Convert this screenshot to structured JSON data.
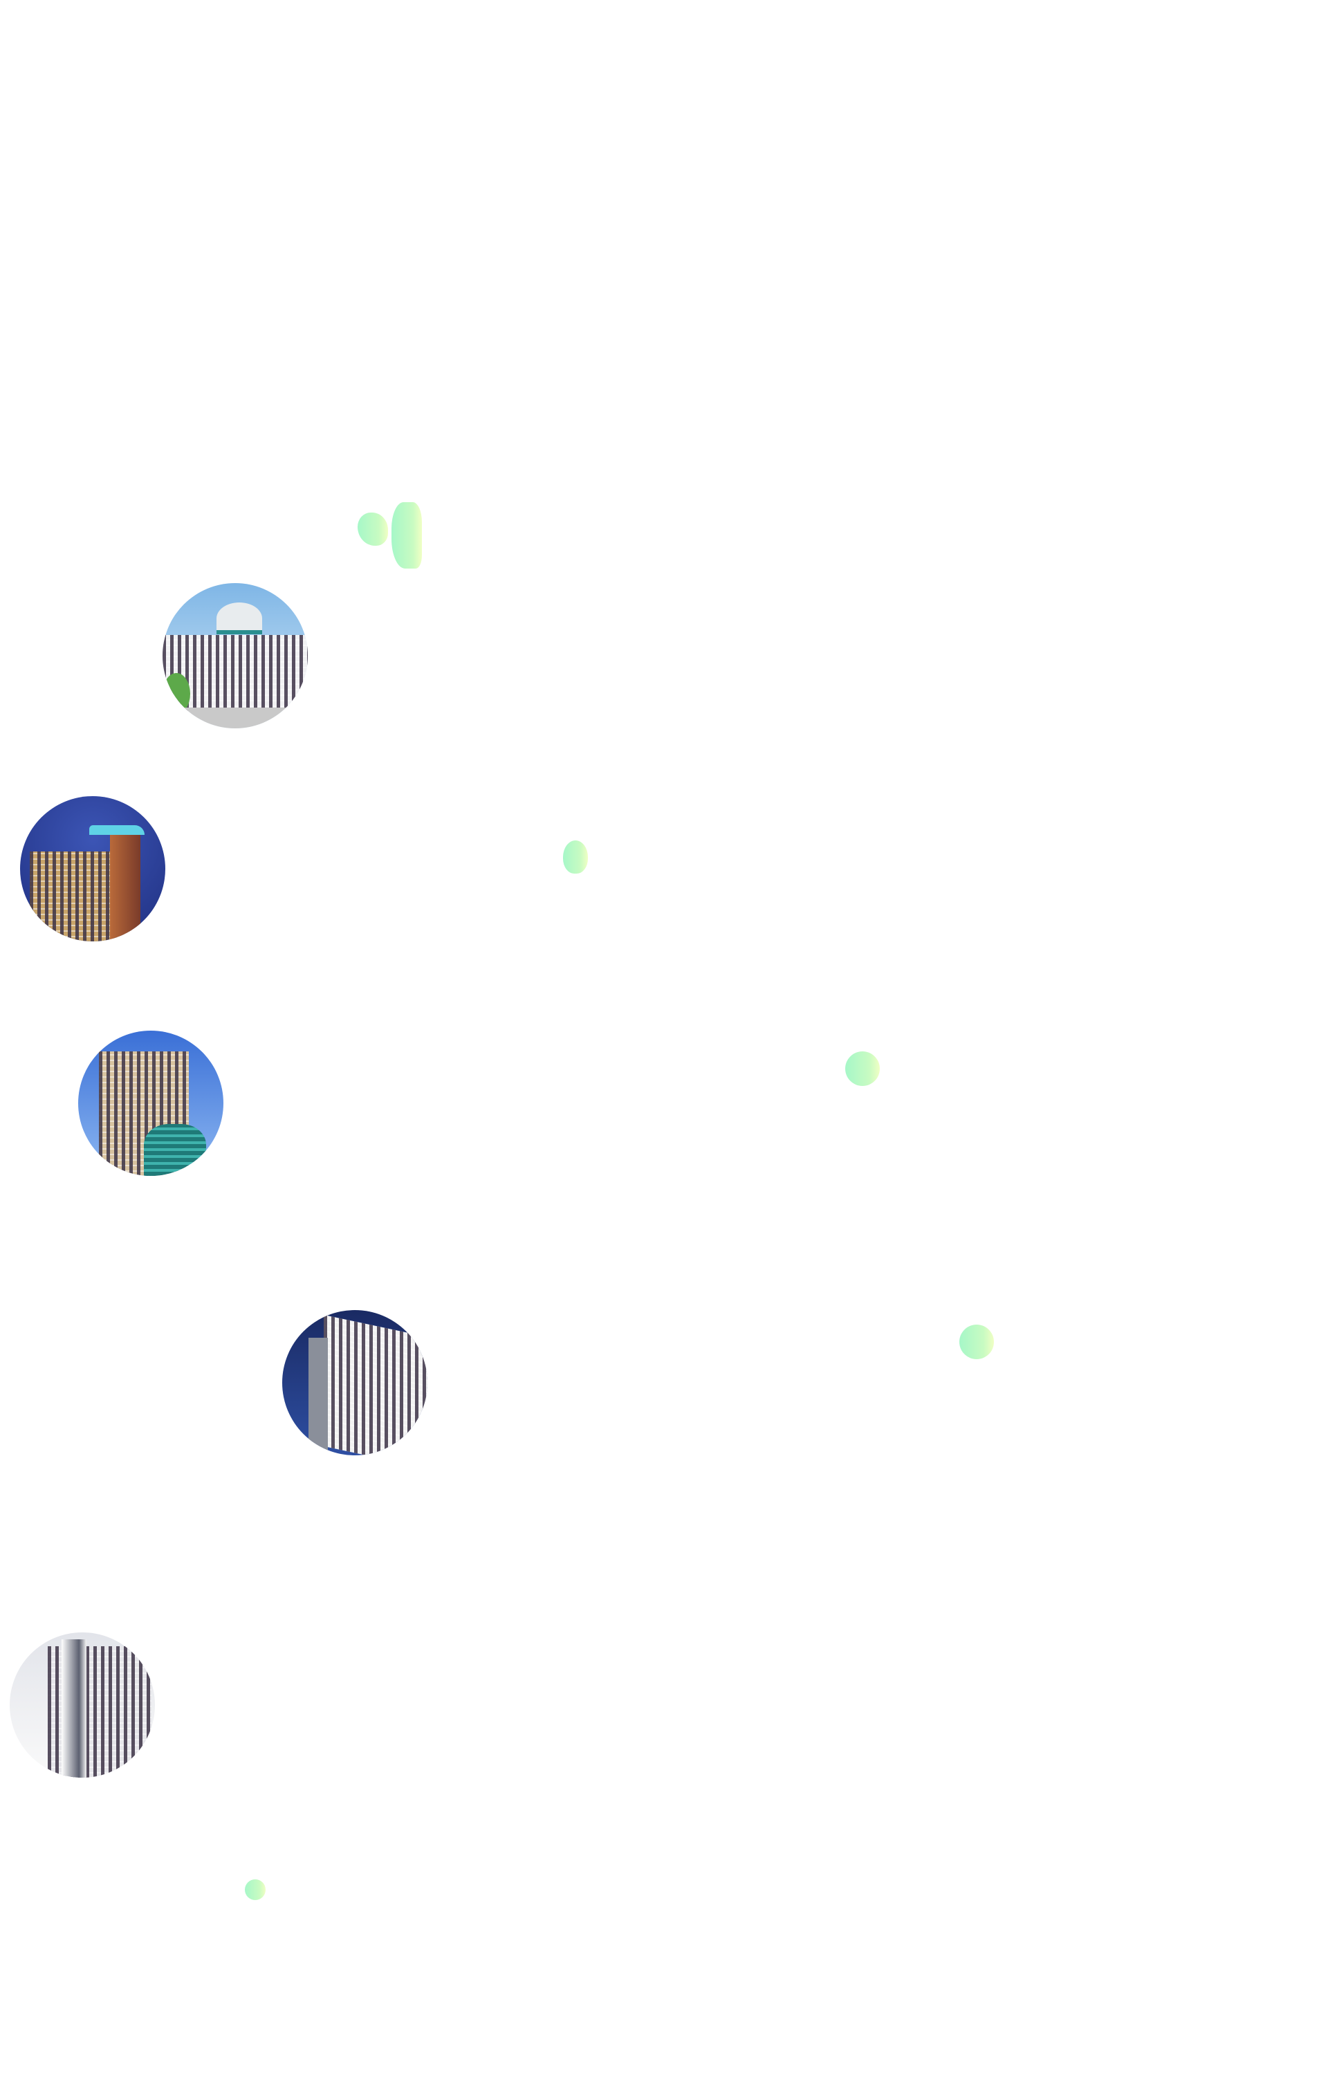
{
  "photos": [
    {
      "name": "hotel-photo-1",
      "sky": "#8fc3ea",
      "building": "#f1f1f3"
    },
    {
      "name": "hotel-photo-2",
      "sky": "#2a3f9a",
      "building": "#c9a56a"
    },
    {
      "name": "hotel-photo-3",
      "sky": "#4f86e0",
      "building": "#d8c3a0"
    },
    {
      "name": "hotel-photo-4",
      "sky": "#23336e",
      "building": "#f2f2f2"
    },
    {
      "name": "hotel-photo-5",
      "sky": "#eeeef2",
      "building": "#e6e6ea"
    }
  ],
  "colors": {
    "blob_start": "#a6f7c8",
    "blob_end": "#f0ffc4",
    "background": "#ffffff"
  }
}
